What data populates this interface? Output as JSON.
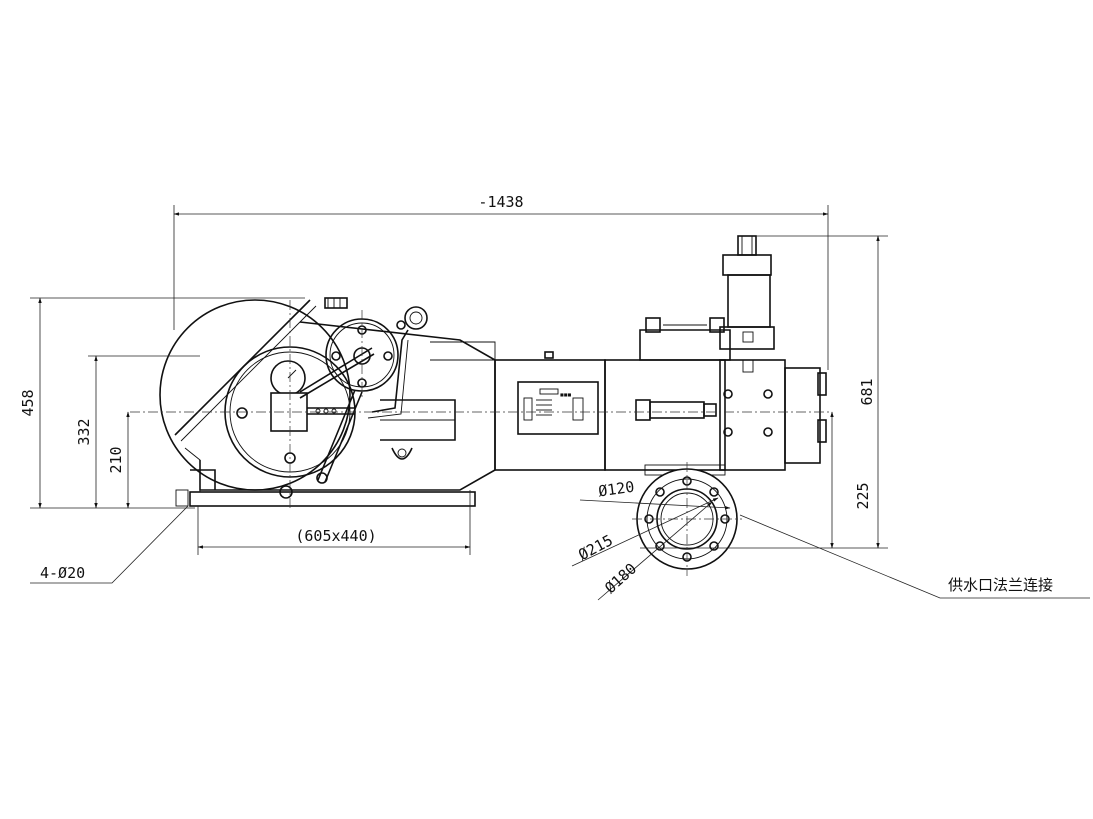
{
  "dimensions": {
    "overall_length": "-1438",
    "total_height": "458",
    "center_height": "332",
    "shaft_height": "210",
    "right_height": "681",
    "outlet_height": "225",
    "base_size": "(605x440)",
    "anchor_holes": "4-Ø20",
    "flange_inner": "Ø120",
    "flange_outer": "Ø215",
    "bolt_circle": "Ø180"
  },
  "annotations": {
    "inlet_flange_note": "供水口法兰连接"
  }
}
